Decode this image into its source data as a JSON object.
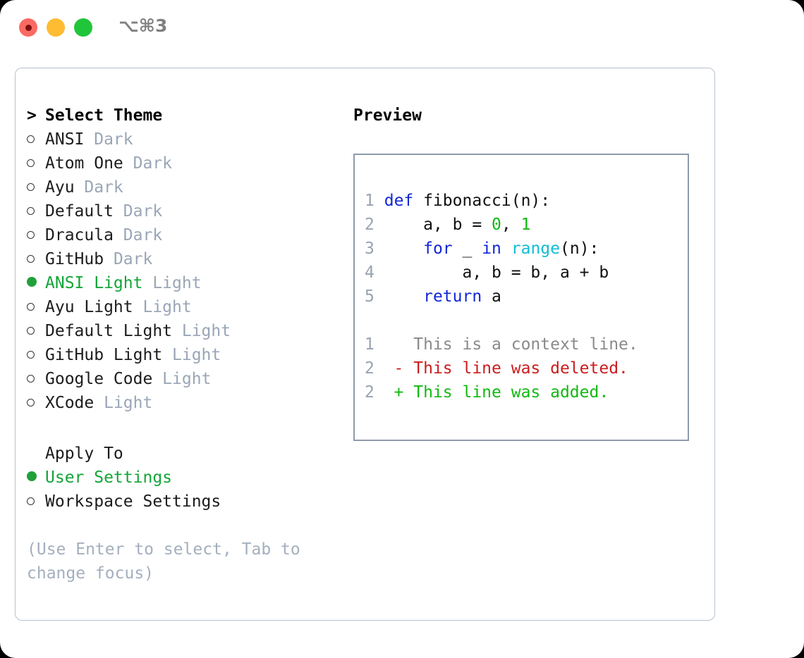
{
  "window": {
    "title": "⌥⌘3",
    "traffic_lights": [
      {
        "name": "close",
        "color": "#fb6a62"
      },
      {
        "name": "minimize",
        "color": "#fdbc31"
      },
      {
        "name": "zoom",
        "color": "#21c53a"
      }
    ]
  },
  "theme_picker": {
    "heading_marker": ">",
    "heading": "Select Theme",
    "items": [
      {
        "marker": "○",
        "label": "ANSI",
        "tag": "Dark",
        "selected": false
      },
      {
        "marker": "○",
        "label": "Atom One",
        "tag": "Dark",
        "selected": false
      },
      {
        "marker": "○",
        "label": "Ayu",
        "tag": "Dark",
        "selected": false
      },
      {
        "marker": "○",
        "label": "Default",
        "tag": "Dark",
        "selected": false
      },
      {
        "marker": "○",
        "label": "Dracula",
        "tag": "Dark",
        "selected": false
      },
      {
        "marker": "○",
        "label": "GitHub",
        "tag": "Dark",
        "selected": false
      },
      {
        "marker": "●",
        "label": "ANSI Light",
        "tag": "Light",
        "selected": true
      },
      {
        "marker": "○",
        "label": "Ayu Light",
        "tag": "Light",
        "selected": false
      },
      {
        "marker": "○",
        "label": "Default Light",
        "tag": "Light",
        "selected": false
      },
      {
        "marker": "○",
        "label": "GitHub Light",
        "tag": "Light",
        "selected": false
      },
      {
        "marker": "○",
        "label": "Google Code",
        "tag": "Light",
        "selected": false
      },
      {
        "marker": "○",
        "label": "XCode",
        "tag": "Light",
        "selected": false
      }
    ]
  },
  "apply_to": {
    "heading": "Apply To",
    "items": [
      {
        "marker": "●",
        "label": "User Settings",
        "selected": true
      },
      {
        "marker": "○",
        "label": "Workspace Settings",
        "selected": false
      }
    ]
  },
  "hint": "(Use Enter to select, Tab to change focus)",
  "preview": {
    "title": "Preview",
    "code_lines": [
      {
        "no": "1",
        "tokens": [
          {
            "t": "def ",
            "c": "kw"
          },
          {
            "t": "fibonacci(n):",
            "c": "plain"
          }
        ]
      },
      {
        "no": "2",
        "tokens": [
          {
            "t": "    a, b = ",
            "c": "plain"
          },
          {
            "t": "0",
            "c": "num"
          },
          {
            "t": ", ",
            "c": "plain"
          },
          {
            "t": "1",
            "c": "num"
          }
        ]
      },
      {
        "no": "3",
        "tokens": [
          {
            "t": "    ",
            "c": "plain"
          },
          {
            "t": "for",
            "c": "kw"
          },
          {
            "t": " _ ",
            "c": "plain"
          },
          {
            "t": "in",
            "c": "kw"
          },
          {
            "t": " ",
            "c": "plain"
          },
          {
            "t": "range",
            "c": "fn"
          },
          {
            "t": "(n):",
            "c": "plain"
          }
        ]
      },
      {
        "no": "4",
        "tokens": [
          {
            "t": "        a, b = b, a + b",
            "c": "plain"
          }
        ]
      },
      {
        "no": "5",
        "tokens": [
          {
            "t": "    ",
            "c": "plain"
          },
          {
            "t": "return",
            "c": "kw"
          },
          {
            "t": " a",
            "c": "plain"
          }
        ]
      }
    ],
    "diff_lines": [
      {
        "no": "1",
        "marker": "  ",
        "text": "This is a context line.",
        "kind": "ctx"
      },
      {
        "no": "2",
        "marker": "- ",
        "text": "This line was deleted.",
        "kind": "del"
      },
      {
        "no": "2",
        "marker": "+ ",
        "text": "This line was added.",
        "kind": "add"
      }
    ]
  },
  "colors": {
    "accent_green": "#13a538",
    "tag_gray": "#9aa6b6",
    "keyword_blue": "#1226d6",
    "function_cyan": "#0fbdd4",
    "number_green": "#11b811",
    "diff_deleted_red": "#cb1d1d",
    "diff_added_green": "#12b812",
    "panel_border": "#b9c2ce",
    "code_box_border": "#8e9bac"
  }
}
